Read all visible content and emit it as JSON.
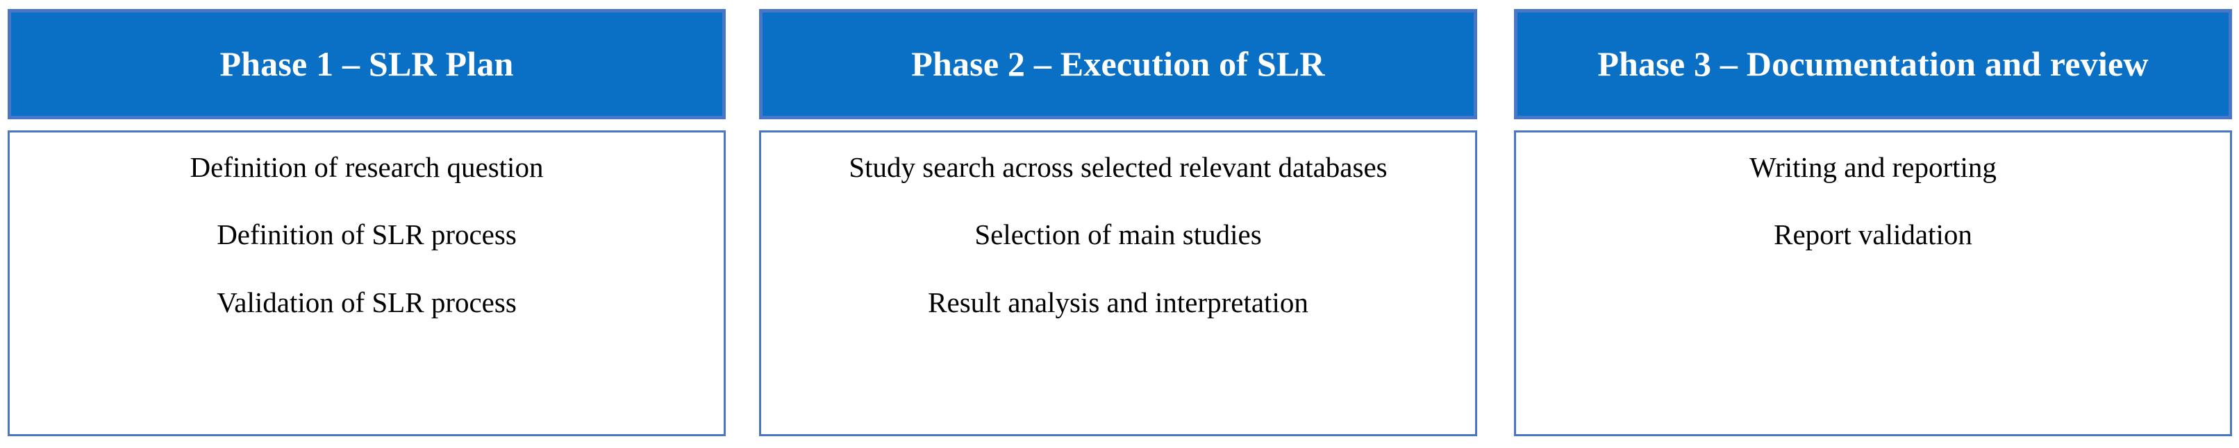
{
  "diagram": {
    "title": "SLR Phases Process Diagram",
    "type": "three-column-process",
    "colors": {
      "header_fill": "#0A70C6",
      "header_border": "#4A76C8",
      "header_text": "#FFFFFF",
      "body_fill": "#FFFFFF",
      "body_border": "#4A76C8",
      "body_text": "#000000",
      "background": "#FFFFFF"
    },
    "phases": [
      {
        "id": "phase-1",
        "header": "Phase 1 – SLR Plan",
        "items": [
          "Definition of research question",
          "Definition of SLR process",
          "Validation of SLR process"
        ]
      },
      {
        "id": "phase-2",
        "header": "Phase 2 – Execution of SLR",
        "items": [
          "Study search across selected relevant databases",
          "Selection of main studies",
          "Result analysis and interpretation"
        ]
      },
      {
        "id": "phase-3",
        "header": "Phase 3 – Documentation and review",
        "items": [
          "Writing and reporting",
          "Report validation"
        ]
      }
    ]
  }
}
